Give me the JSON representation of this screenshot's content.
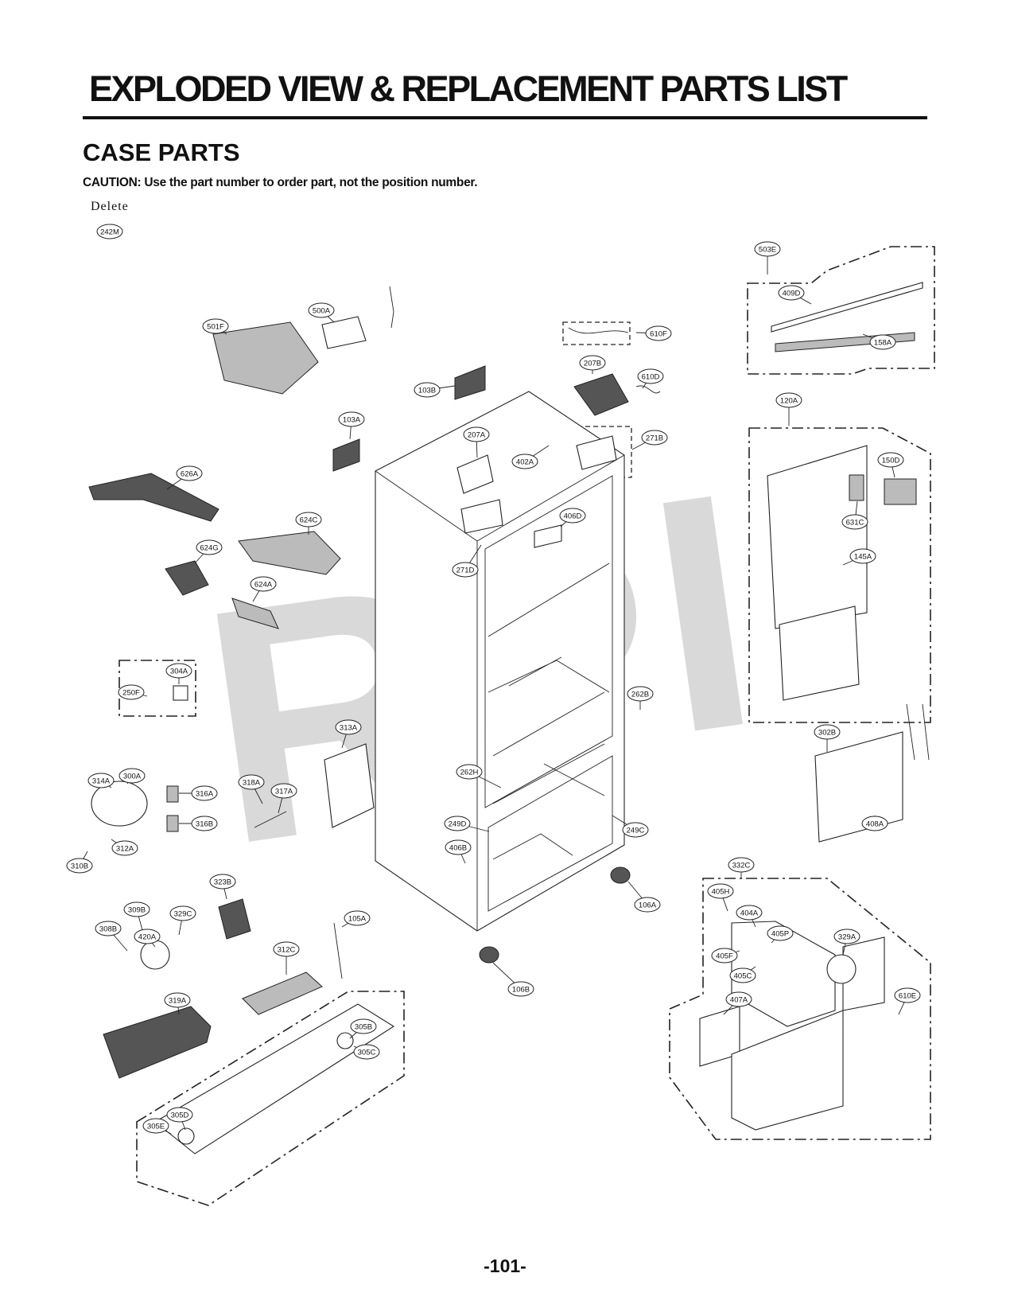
{
  "header": {
    "title": "EXPLODED VIEW & REPLACEMENT PARTS LIST",
    "section": "CASE PARTS",
    "caution": "CAUTION: Use the part number to order part, not the position number.",
    "delete_note": "Delete",
    "deleted_part": "242M"
  },
  "watermark": "RPI",
  "page_number": "-101-",
  "callouts": [
    "503E",
    "409D",
    "158A",
    "610F",
    "207B",
    "610D",
    "501F",
    "500A",
    "103B",
    "103A",
    "207A",
    "402A",
    "271B",
    "120A",
    "150D",
    "626A",
    "624C",
    "406D",
    "624G",
    "271D",
    "631C",
    "145A",
    "624A",
    "304A",
    "250F",
    "262B",
    "313A",
    "302B",
    "314A",
    "300A",
    "316A",
    "318A",
    "317A",
    "262H",
    "316B",
    "249D",
    "249C",
    "408A",
    "312A",
    "310B",
    "406B",
    "106A",
    "323B",
    "332C",
    "405H",
    "309B",
    "329C",
    "404A",
    "308B",
    "420A",
    "105A",
    "405P",
    "329A",
    "405F",
    "312C",
    "405C",
    "106B",
    "610E",
    "319A",
    "407A",
    "305B",
    "305C",
    "305D",
    "305E"
  ]
}
